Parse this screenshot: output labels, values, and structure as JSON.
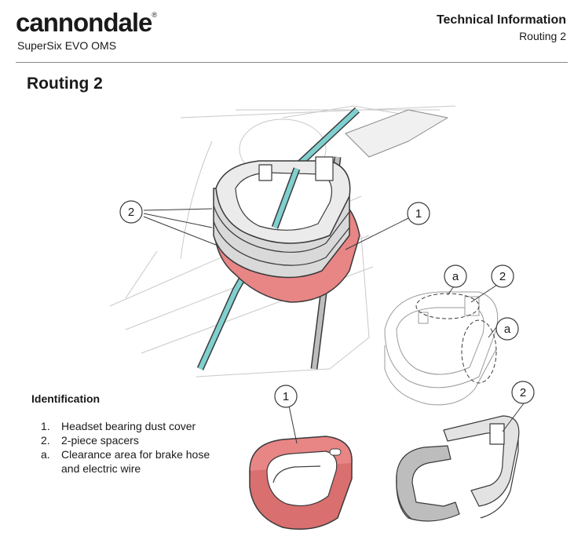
{
  "header": {
    "brand": "cannondale",
    "brand_mark": "®",
    "model": "SuperSix EVO OMS",
    "section": "Technical Information",
    "subsection": "Routing 2"
  },
  "page_title": "Routing 2",
  "callouts": {
    "dust_cover": "1",
    "spacers": "2",
    "clearance": "a"
  },
  "identification": {
    "heading": "Identification",
    "items": [
      {
        "key": "1.",
        "text": "Headset bearing dust cover"
      },
      {
        "key": "2.",
        "text": "2-piece spacers"
      },
      {
        "key": "a.",
        "text": "Clearance area for brake hose and electric wire"
      }
    ]
  },
  "colors": {
    "highlight": "#e88585",
    "hose": "#7fd0cf",
    "line": "#3a3a3a"
  },
  "icons": [
    "cannondale-logo",
    "headset-assembly-illustration",
    "spacer-outline-illustration",
    "dust-cover-illustration",
    "split-spacer-illustration"
  ]
}
